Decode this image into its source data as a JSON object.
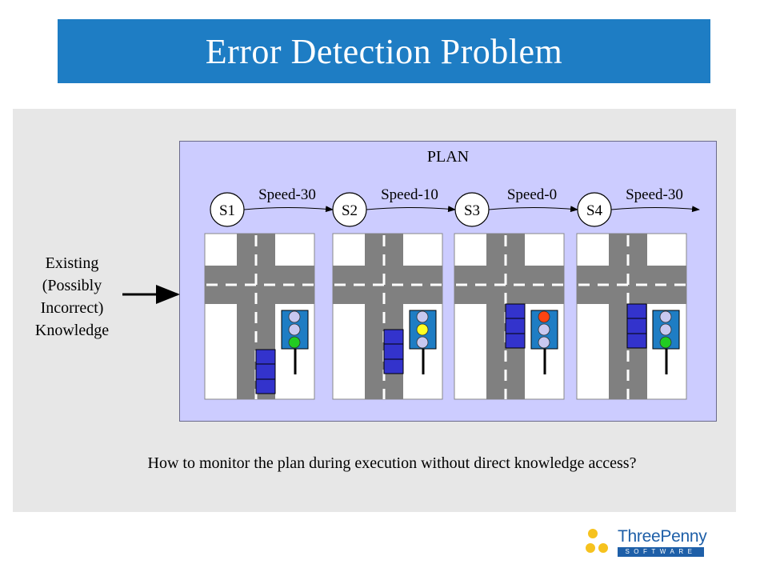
{
  "title": "Error Detection Problem",
  "plan_label": "PLAN",
  "knowledge_lines": [
    "Existing",
    "(Possibly",
    "Incorrect)",
    "Knowledge"
  ],
  "question": "How to monitor the plan during execution without direct knowledge access?",
  "states": [
    {
      "label": "S1",
      "action": "Speed-30",
      "light": "green"
    },
    {
      "label": "S2",
      "action": "Speed-10",
      "light": "yellow"
    },
    {
      "label": "S3",
      "action": "Speed-0",
      "light": "red"
    },
    {
      "label": "S4",
      "action": "Speed-30",
      "light": "green"
    }
  ],
  "colors": {
    "title_bar": "#1e7dc4",
    "plan_box": "#ccccff",
    "road": "#808080",
    "car": "#3333cc",
    "light_housing": "#1e7dc4",
    "light_off": "#c8c8f0",
    "green": "#22cc22",
    "yellow": "#ffff22",
    "red": "#ff4411"
  },
  "logo": {
    "name": "ThreePenny",
    "sub": "SOFTWARE"
  }
}
